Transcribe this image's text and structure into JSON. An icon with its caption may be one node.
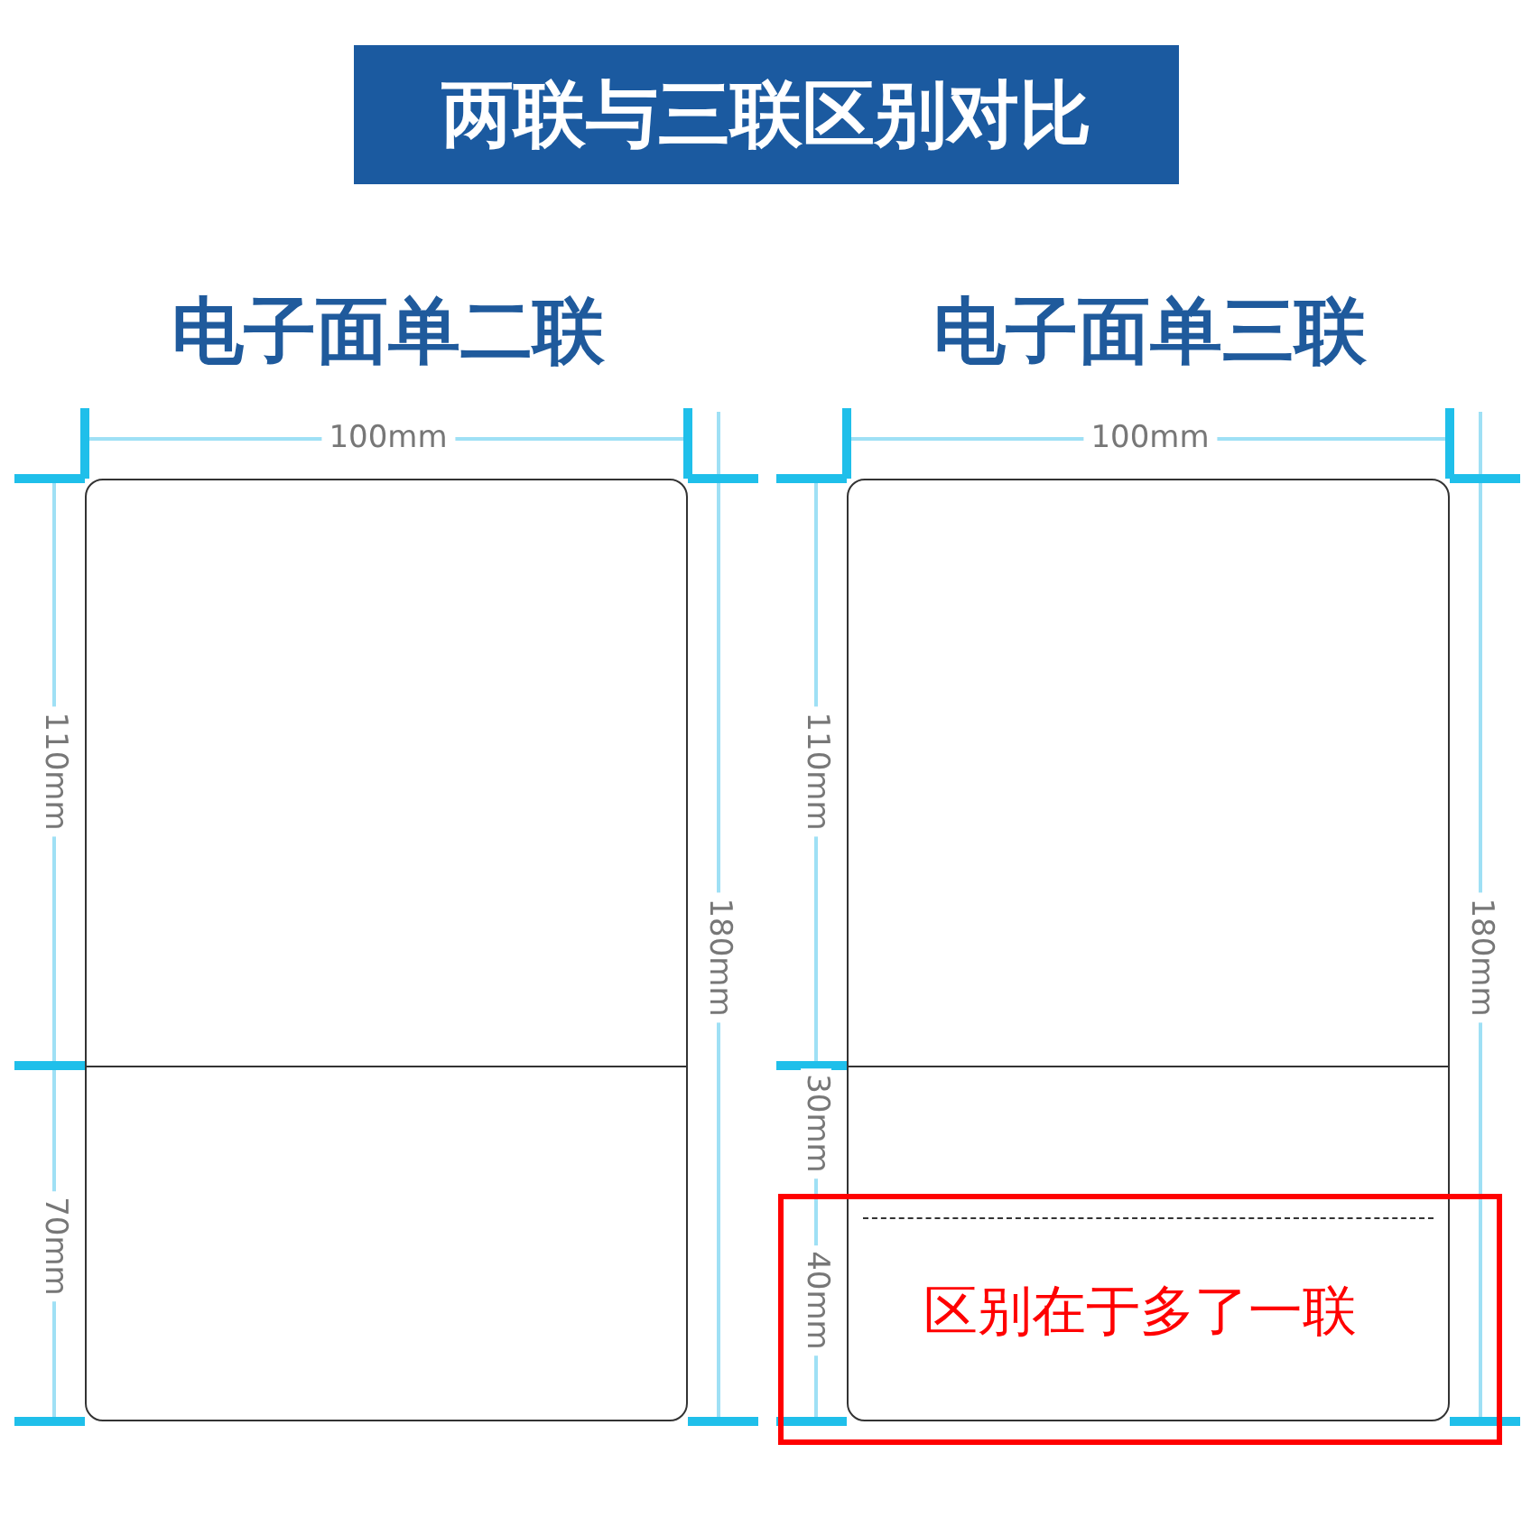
{
  "diagram": {
    "title": "两联与三联区别对比",
    "nodes": [
      {
        "text": [
          "电子面单二联"
        ]
      },
      {
        "text": [
          "电子面单三联"
        ]
      },
      {
        "text": [
          "区别在于多了一联"
        ]
      }
    ],
    "labels": [
      "100mm",
      "110mm",
      "70mm",
      "180mm",
      "100mm",
      "110mm",
      "30mm",
      "40mm",
      "180mm"
    ]
  }
}
